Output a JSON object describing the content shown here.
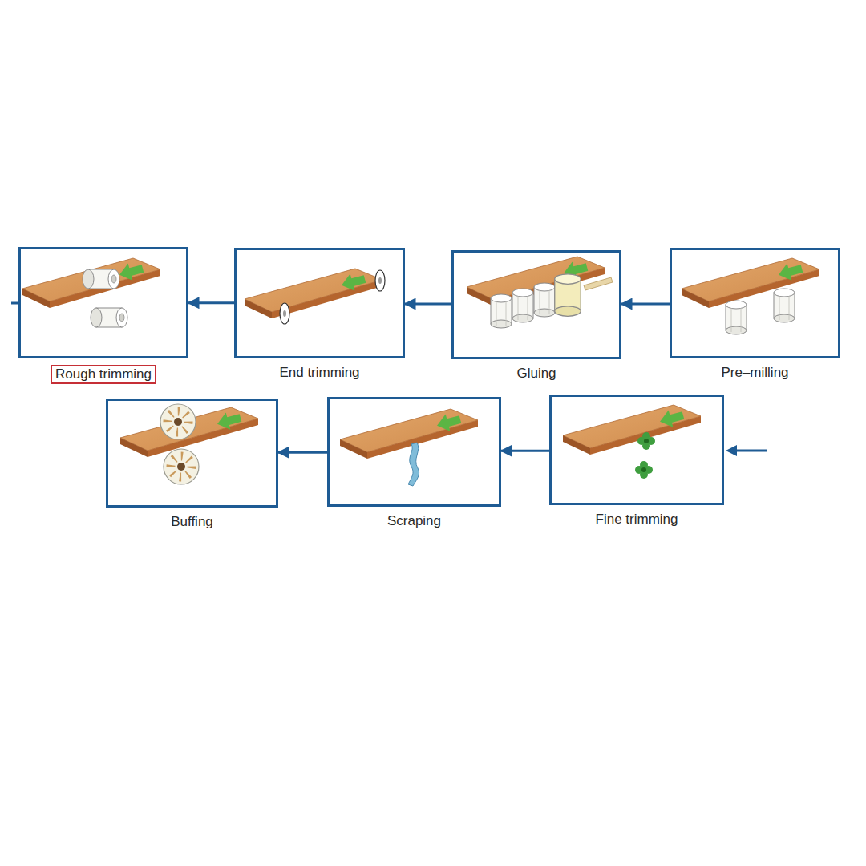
{
  "diagram": {
    "nodes": [
      {
        "text": [
          "Rough trimming"
        ]
      },
      {
        "text": [
          "End trimming"
        ]
      },
      {
        "text": [
          "Gluing"
        ]
      },
      {
        "text": [
          "Pre–milling"
        ]
      },
      {
        "text": [
          "Buffing"
        ]
      },
      {
        "text": [
          "Scraping"
        ]
      },
      {
        "text": [
          "Fine trimming"
        ]
      }
    ],
    "edges": [
      {
        "from": 3,
        "to": 2,
        "arrow": "to"
      },
      {
        "from": 2,
        "to": 1,
        "arrow": "to"
      },
      {
        "from": 1,
        "to": 0,
        "arrow": "to"
      },
      {
        "from": 6,
        "to": 5,
        "arrow": "to"
      },
      {
        "from": 5,
        "to": 4,
        "arrow": "to"
      }
    ]
  }
}
